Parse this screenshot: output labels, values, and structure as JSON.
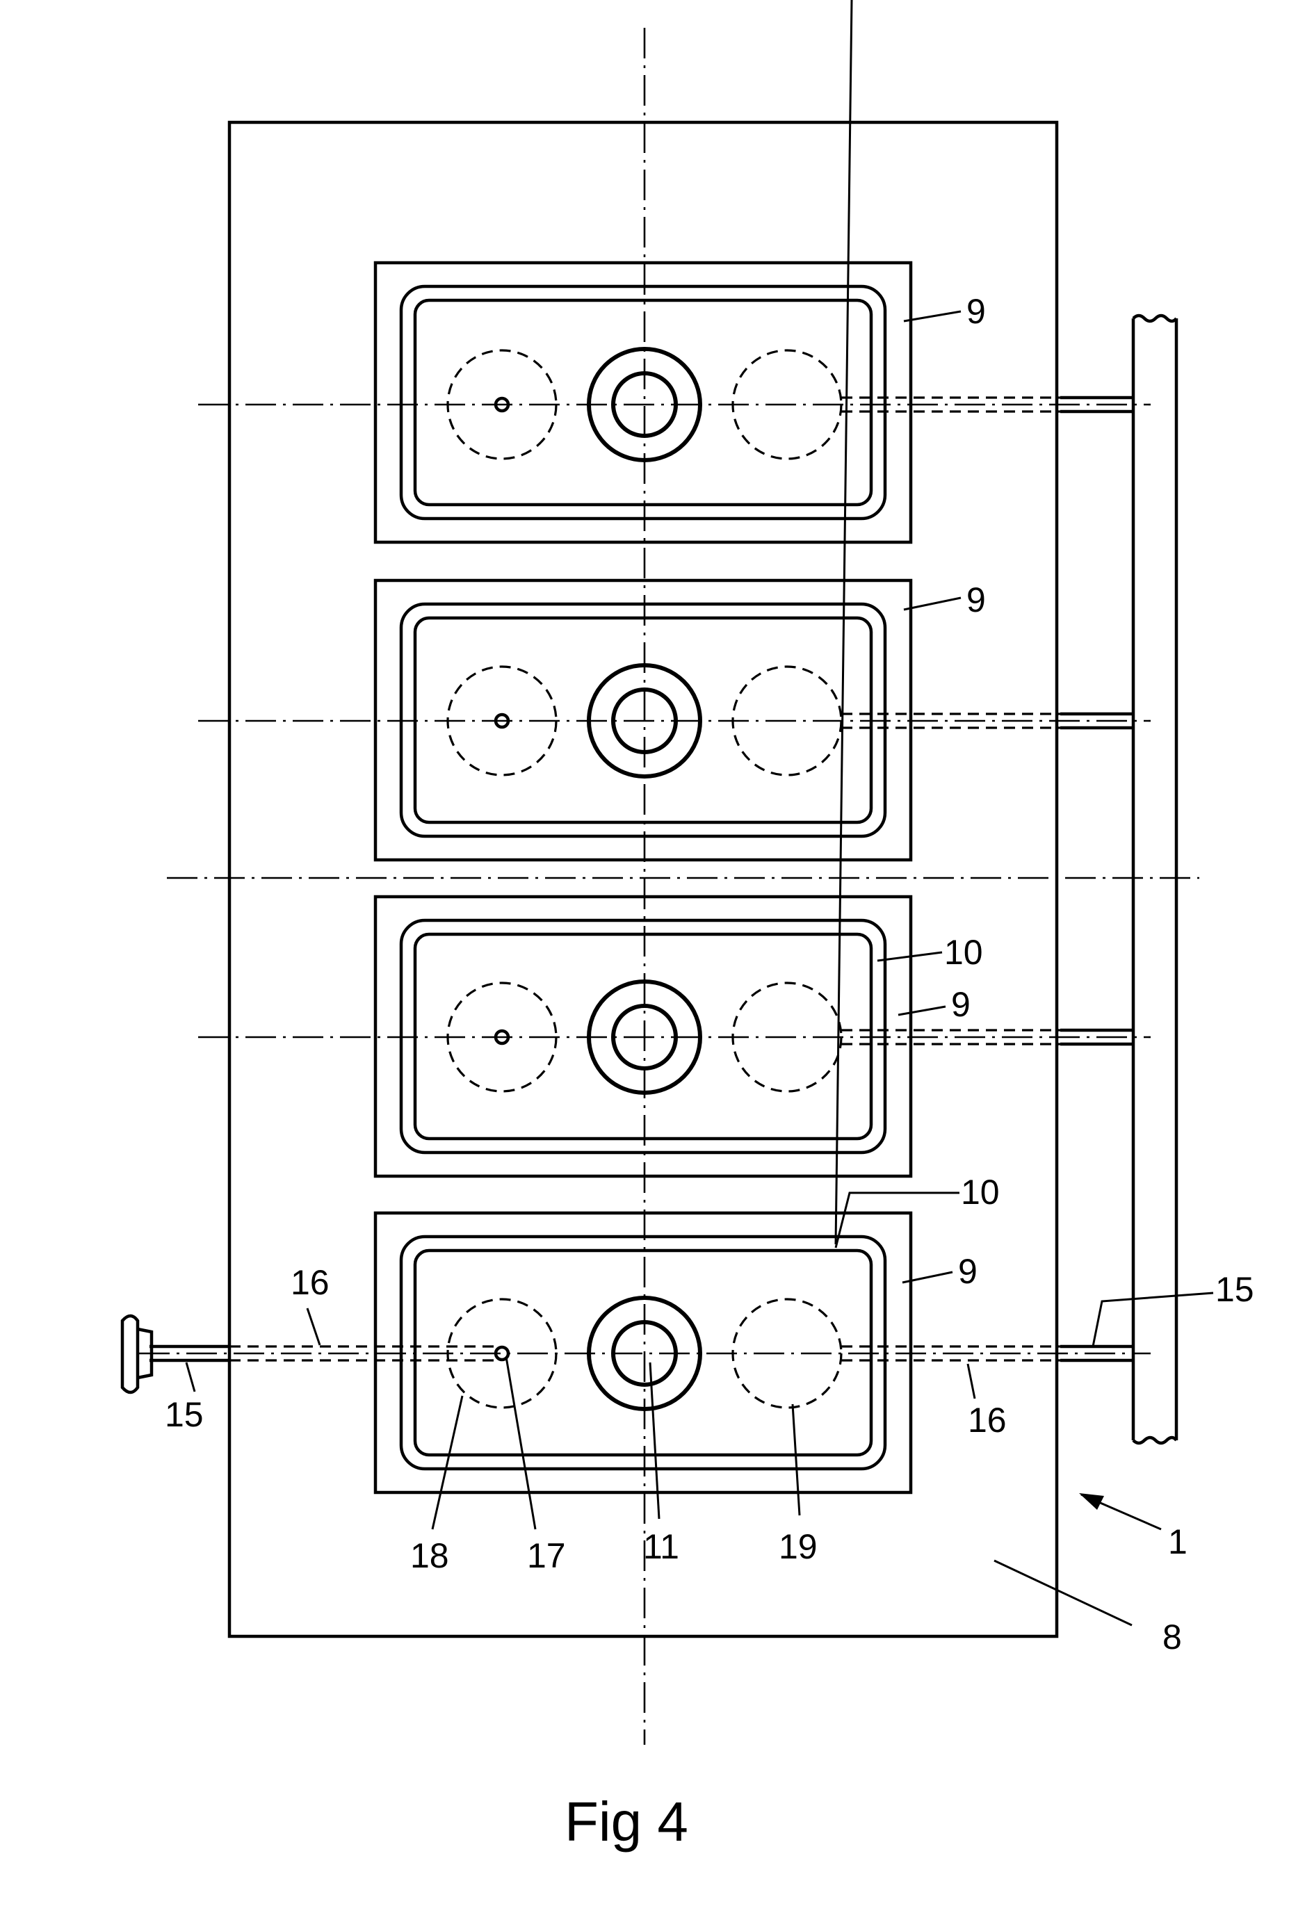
{
  "figure": {
    "caption": "Fig 4"
  },
  "labels": {
    "plate": "8",
    "assembly": "1",
    "slot": "9",
    "seal": "10",
    "center_ring": "11",
    "pipe": "15",
    "bore": "16",
    "hole": "17",
    "left_chamber": "18",
    "right_chamber": "19"
  }
}
